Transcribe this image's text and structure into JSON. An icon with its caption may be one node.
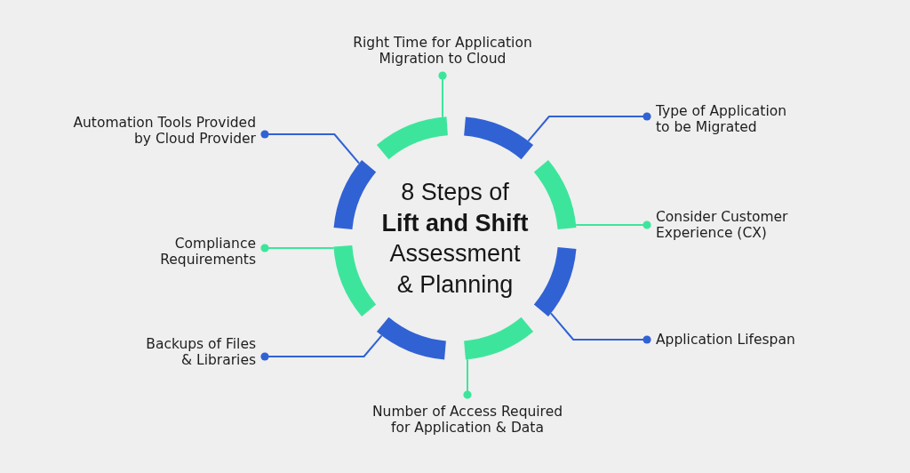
{
  "diagram": {
    "title": "8 Steps of **Lift and Shift** Assessment & Planning",
    "nodes": [
      {
        "text": [
          "Right Time for Application Migration to Cloud"
        ]
      },
      {
        "text": [
          "Type of Application to be Migrated"
        ]
      },
      {
        "text": [
          "Consider Customer Experience (CX)"
        ]
      },
      {
        "text": [
          "Application Lifespan"
        ]
      },
      {
        "text": [
          "Number of Access Required for Application & Data"
        ]
      },
      {
        "text": [
          "Backups of Files & Libraries"
        ]
      },
      {
        "text": [
          "Compliance Requirements"
        ]
      },
      {
        "text": [
          "Automation Tools Provided by Cloud Provider"
        ]
      },
      {
        "text": [],
        "shape": "arc"
      },
      {
        "text": [],
        "shape": "arc"
      },
      {
        "text": [],
        "shape": "arc"
      },
      {
        "text": [],
        "shape": "arc"
      },
      {
        "text": [],
        "shape": "arc"
      },
      {
        "text": [],
        "shape": "arc"
      },
      {
        "text": [],
        "shape": "arc"
      },
      {
        "text": [],
        "shape": "arc"
      }
    ],
    "edges": [
      {
        "from": 0,
        "to": 8,
        "arrow": "other",
        "color": "#3de59c"
      },
      {
        "from": 1,
        "to": 9,
        "arrow": "other",
        "color": "#3162d4"
      },
      {
        "from": 2,
        "to": 10,
        "arrow": "other",
        "color": "#3de59c"
      },
      {
        "from": 3,
        "to": 11,
        "arrow": "other",
        "color": "#3162d4"
      },
      {
        "from": 4,
        "to": 12,
        "arrow": "other",
        "color": "#3de59c"
      },
      {
        "from": 5,
        "to": 13,
        "arrow": "other",
        "color": "#3162d4"
      },
      {
        "from": 6,
        "to": 14,
        "arrow": "other",
        "color": "#3de59c"
      },
      {
        "from": 7,
        "to": 15,
        "arrow": "other",
        "color": "#3162d4"
      }
    ]
  }
}
